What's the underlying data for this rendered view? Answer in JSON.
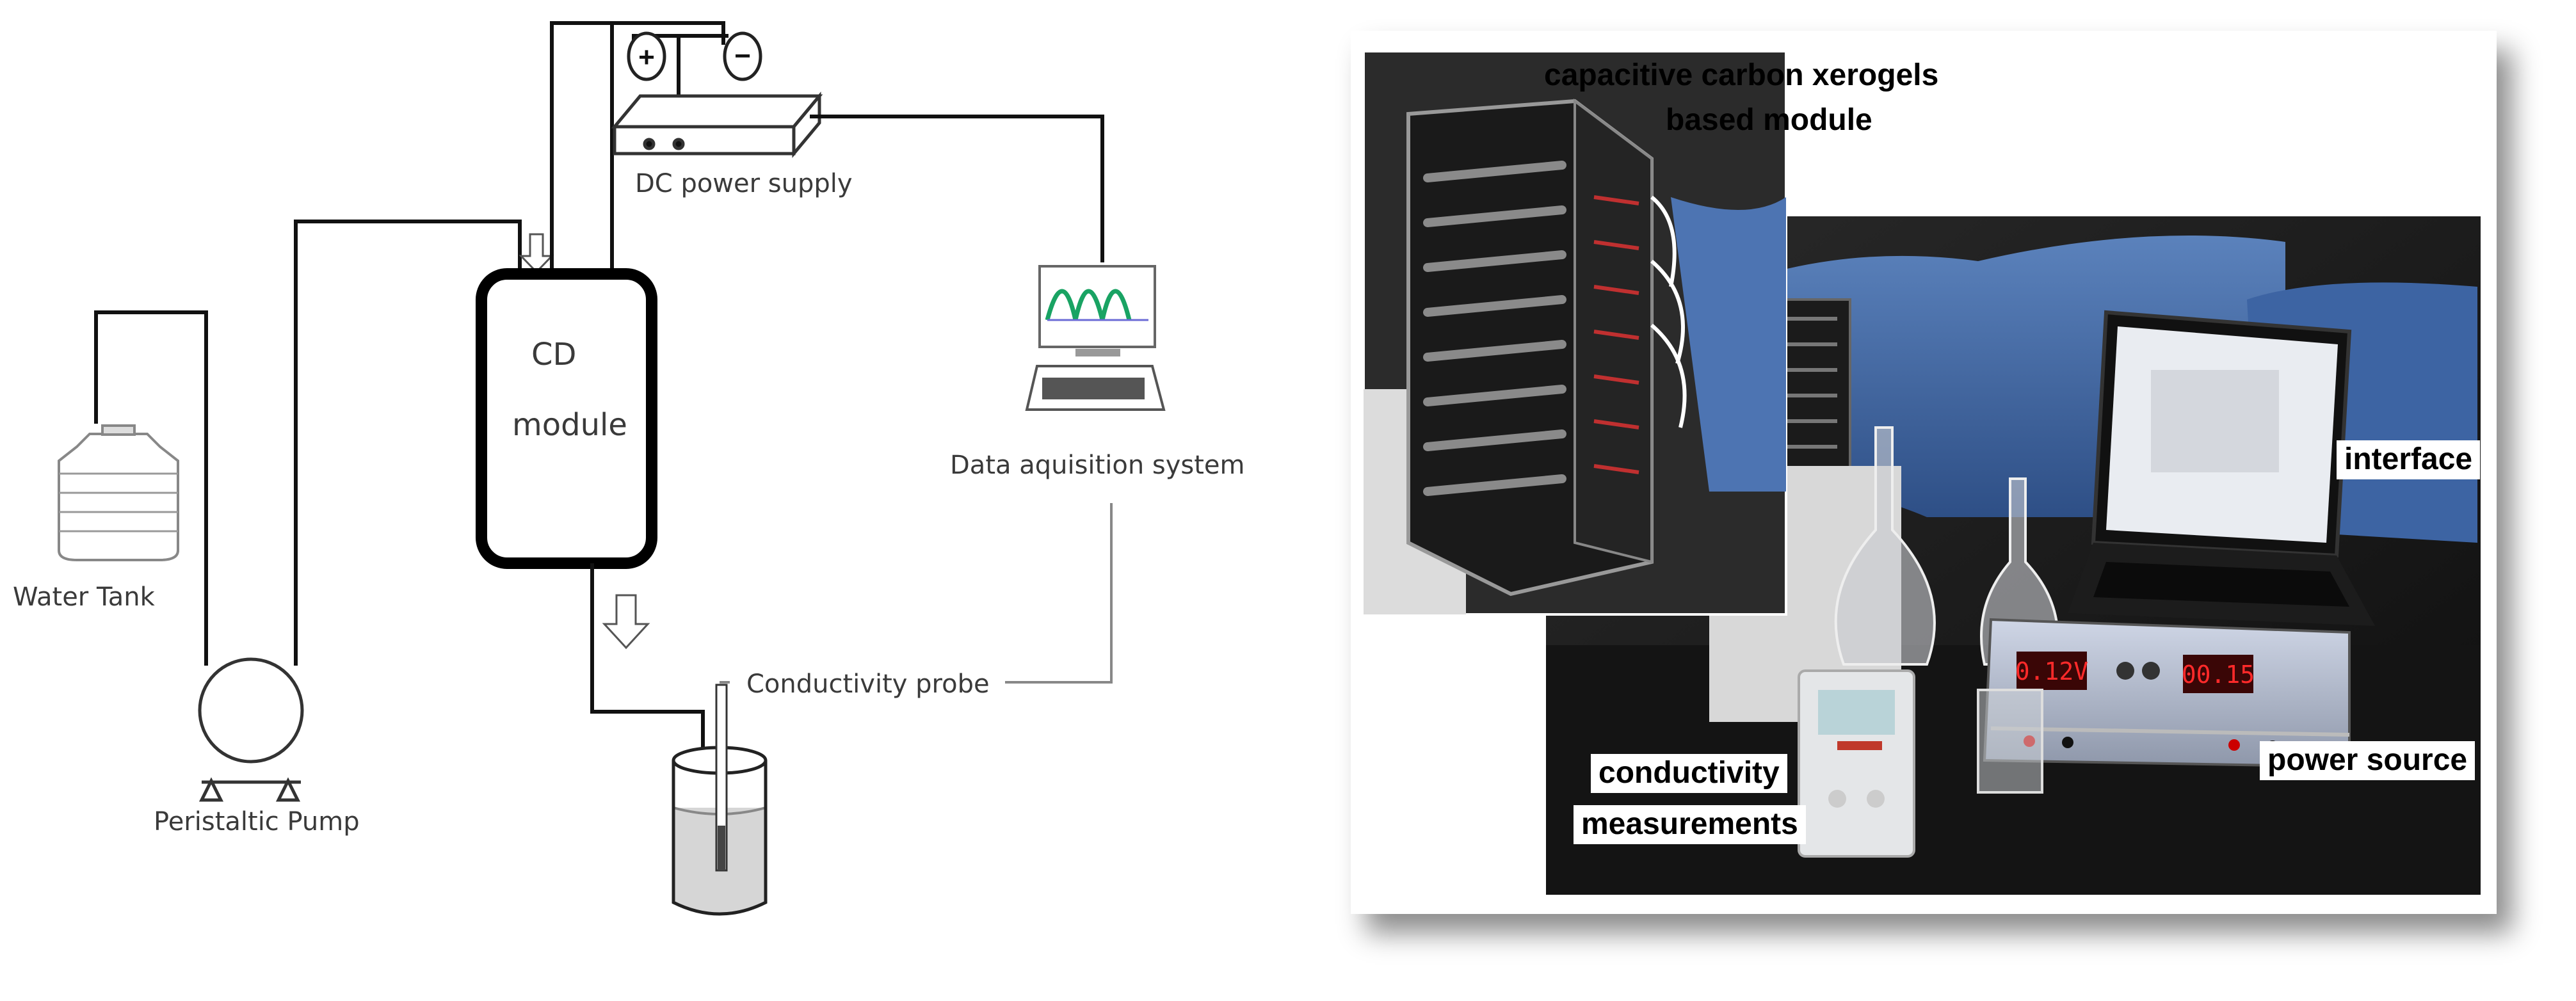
{
  "schematic": {
    "labels": {
      "water_tank": "Water Tank",
      "peristaltic_pump": "Peristaltic Pump",
      "cd_module_line1": "CD",
      "cd_module_line2": "module",
      "dc_power_supply": "DC power supply",
      "data_acquisition": "Data aquisition system",
      "conductivity_probe": "Conductivity probe"
    },
    "terminals": {
      "positive": "+",
      "negative": "−"
    }
  },
  "photo": {
    "callouts": {
      "module_line1": "capacitive carbon xerogels",
      "module_line2": "based module",
      "interface": "interface",
      "power_source": "power source",
      "conductivity_line1": "conductivity",
      "conductivity_line2": "measurements"
    },
    "power_display_left": "0.12V",
    "power_display_right": "00.15"
  }
}
